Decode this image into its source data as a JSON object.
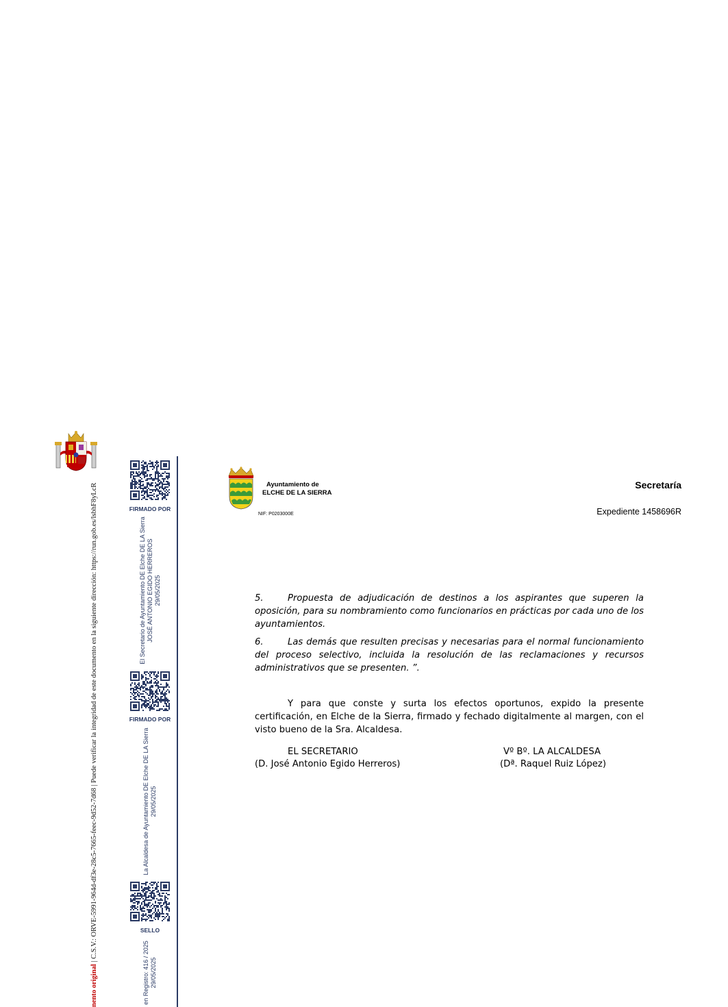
{
  "margin": {
    "csv_label_red": "nento original",
    "csv_label": " | C.S.V.: ORVE-5991-964d-df3e-28c5-7665-feec-9d52-7d68 | Puede verificar la integridad de este documento en la siguiente dirección: https://run.gob.es/lsbhF8yLcR",
    "signatures": [
      {
        "label": "FIRMADO POR",
        "line1": "El Secretario de Ayuntamiento DE Elche DE LA Sierra",
        "line2": "JOSÉ ANTONIO EGIDO HERREROS",
        "line3": "29/05/2025"
      },
      {
        "label": "FIRMADO POR",
        "line1": "La Alcaldesa de Ayuntamiento DE Elche DE LA Sierra",
        "line2": "29/05/2025"
      },
      {
        "label": "SELLO",
        "line1": "en Registro: 416 / 2025",
        "line2": "29/05/2025"
      }
    ]
  },
  "header": {
    "ayto_line1": "Ayuntamiento de",
    "ayto_line2": "ELCHE DE LA SIERRA",
    "nif": "NIF: P0203000E",
    "department": "Secretaría",
    "expediente": "Expediente 1458696R"
  },
  "body": {
    "items": [
      {
        "num": "5.",
        "text": "Propuesta de adjudicación de destinos a los aspirantes que superen la oposición, para su nombramiento como funcionarios en prácticas por cada uno de los ayuntamientos."
      },
      {
        "num": "6.",
        "text": "Las demás que resulten precisas y necesarias para el normal funcionamiento del proceso selectivo, incluida la resolución de las reclamaciones y recursos administrativos que se presenten.    ”."
      }
    ],
    "closing": "Y para que conste y surta los efectos oportunos, expido la presente certificación, en Elche de la Sierra, firmado y fechado digitalmente al margen, con el visto bueno de la Sra. Alcaldesa."
  },
  "signoff": {
    "left_title": "EL SECRETARIO",
    "left_name": "(D. José Antonio Egido Herreros)",
    "right_title": "Vº Bº. LA ALCALDESA",
    "right_name": "(Dª. Raquel Ruiz López)"
  },
  "colors": {
    "margin_blue": "#2a3a64",
    "csv_red": "#c00000",
    "shield_green": "#3a9a3a",
    "shield_yellow": "#f2d21b",
    "crown_gold": "#d8a82a"
  }
}
